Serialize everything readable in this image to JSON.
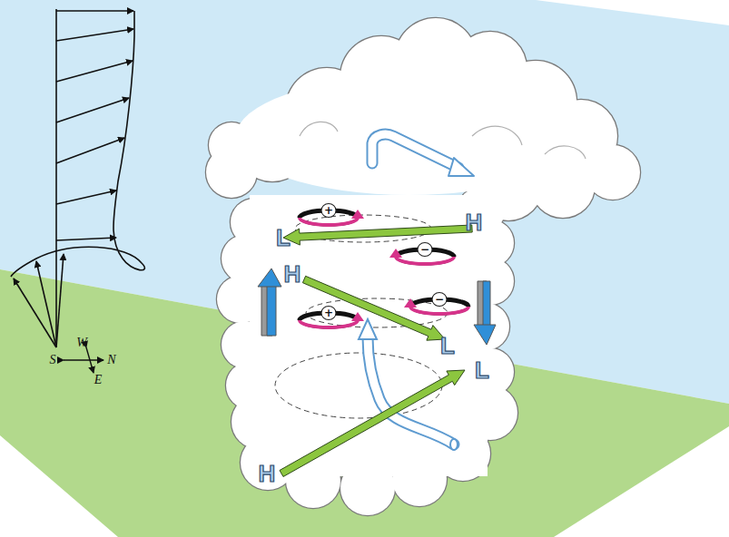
{
  "diagram": {
    "nodes": [
      {
        "text": [
          "+"
        ]
      },
      {
        "text": [
          "−"
        ]
      },
      {
        "text": [
          "−"
        ]
      },
      {
        "text": [
          "+"
        ]
      }
    ],
    "labels": [
      "H",
      "L",
      "H",
      "L",
      "L",
      "W",
      "S",
      "N",
      "E",
      "H"
    ]
  }
}
